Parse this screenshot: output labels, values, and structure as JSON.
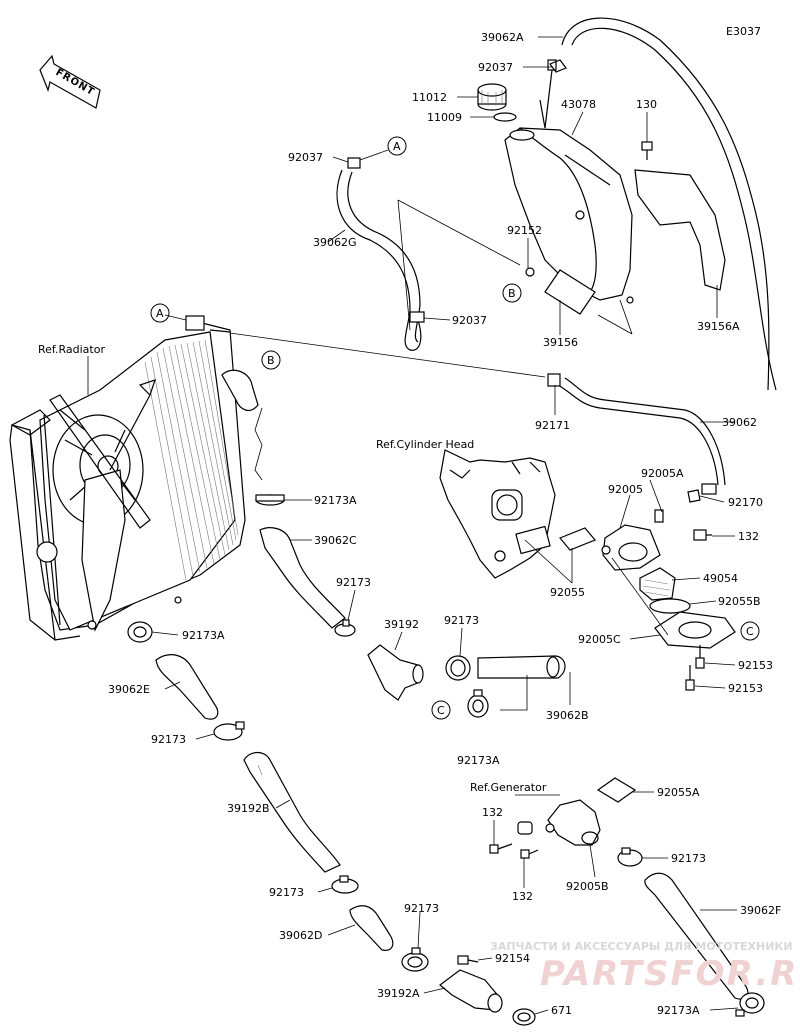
{
  "diagram_code": "E3037",
  "front_label": "FRONT",
  "references": {
    "radiator": "Ref.Radiator",
    "cylinder_head": "Ref.Cylinder Head",
    "generator": "Ref.Generator"
  },
  "callouts": {
    "a": "A",
    "b": "B",
    "c": "C"
  },
  "parts": {
    "p39062A": "39062A",
    "p92037_top": "92037",
    "p11012": "11012",
    "p11009": "11009",
    "p43078": "43078",
    "p130": "130",
    "p92037_left": "92037",
    "p92152": "92152",
    "p39062G": "39062G",
    "p92037_mid": "92037",
    "p39156": "39156",
    "p39156A": "39156A",
    "p92171": "92171",
    "p39062": "39062",
    "p92005A": "92005A",
    "p92005": "92005",
    "p92170": "92170",
    "p132_a": "132",
    "p92173A_top": "92173A",
    "p39062C": "39062C",
    "p49054": "49054",
    "p92055B": "92055B",
    "p92055": "92055",
    "p92173_a": "92173",
    "p39192": "39192",
    "p92173_b": "92173",
    "p92005C": "92005C",
    "p92173A_b": "92173A",
    "p92153_a": "92153",
    "p92153_b": "92153",
    "p39062E": "39062E",
    "p39062B": "39062B",
    "p92173A_c": "92173A",
    "p92173_c": "92173",
    "p92055A": "92055A",
    "p39192B": "39192B",
    "p132_b": "132",
    "p92173_d": "92173",
    "p132_c": "132",
    "p92005B": "92005B",
    "p92173_e": "92173",
    "p39062F": "39062F",
    "p39062D": "39062D",
    "p92173_f": "92173",
    "p92154": "92154",
    "p39192A": "39192A",
    "p671": "671",
    "p92173A_d": "92173A"
  },
  "watermark": {
    "line1": "ЗАПЧАСТИ И АКСЕССУАРЫ ДЛЯ МОТОТЕХНИКИ",
    "line2": "PARTSFOR.RU"
  }
}
